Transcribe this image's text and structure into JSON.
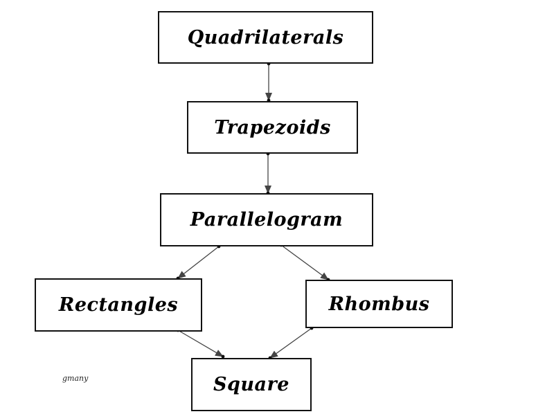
{
  "diagram": {
    "nodes": {
      "quadrilaterals": "Quadrilaterals",
      "trapezoids": "Trapezoids",
      "parallelogram": "Parallelogram",
      "rectangles": "Rectangles",
      "rhombus": "Rhombus",
      "square": "Square"
    },
    "edges": [
      {
        "from": "quadrilaterals",
        "to": "trapezoids"
      },
      {
        "from": "trapezoids",
        "to": "parallelogram"
      },
      {
        "from": "parallelogram",
        "to": "rectangles"
      },
      {
        "from": "parallelogram",
        "to": "rhombus"
      },
      {
        "from": "rectangles",
        "to": "square"
      },
      {
        "from": "rhombus",
        "to": "square"
      }
    ],
    "signature": "gmany"
  },
  "colors": {
    "arrow": "#444444",
    "border": "#111111"
  }
}
